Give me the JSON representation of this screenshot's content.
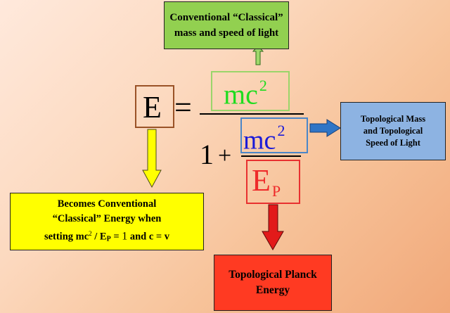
{
  "top_box": {
    "line1": "Conventional “Classical”",
    "line2": "mass and speed of light"
  },
  "right_box": {
    "line1": "Topological Mass",
    "line2": "and Topological",
    "line3": "Speed of Light"
  },
  "left_box": {
    "line1": "Becomes Conventional",
    "line2": "“Classical” Energy when",
    "line3_prefix": "setting  mc",
    "line3_sup": "2",
    "line3_mid": " / E",
    "line3_sub": "P",
    "line3_eq": " = ",
    "line3_one": "1",
    "line3_suffix": " and c = v"
  },
  "bottom_box": {
    "line1": "Topological Planck",
    "line2": "Energy"
  },
  "formula": {
    "lhs": "E",
    "equals": "=",
    "numerator_base": "mc",
    "numerator_exp": "2",
    "denominator_one": "1",
    "denominator_plus": "+",
    "inner_numerator_base": "mc",
    "inner_numerator_exp": "2",
    "inner_denominator_base": "E",
    "inner_denominator_sub": "P"
  },
  "colors": {
    "top_box": "#92d050",
    "right_box": "#8db3e2",
    "left_box": "#ffff00",
    "bottom_box": "#ff3a22",
    "mc2_green": "#1fdc1f",
    "mc2_blue": "#1a1ad8",
    "EP_red": "#ee2a2a"
  }
}
